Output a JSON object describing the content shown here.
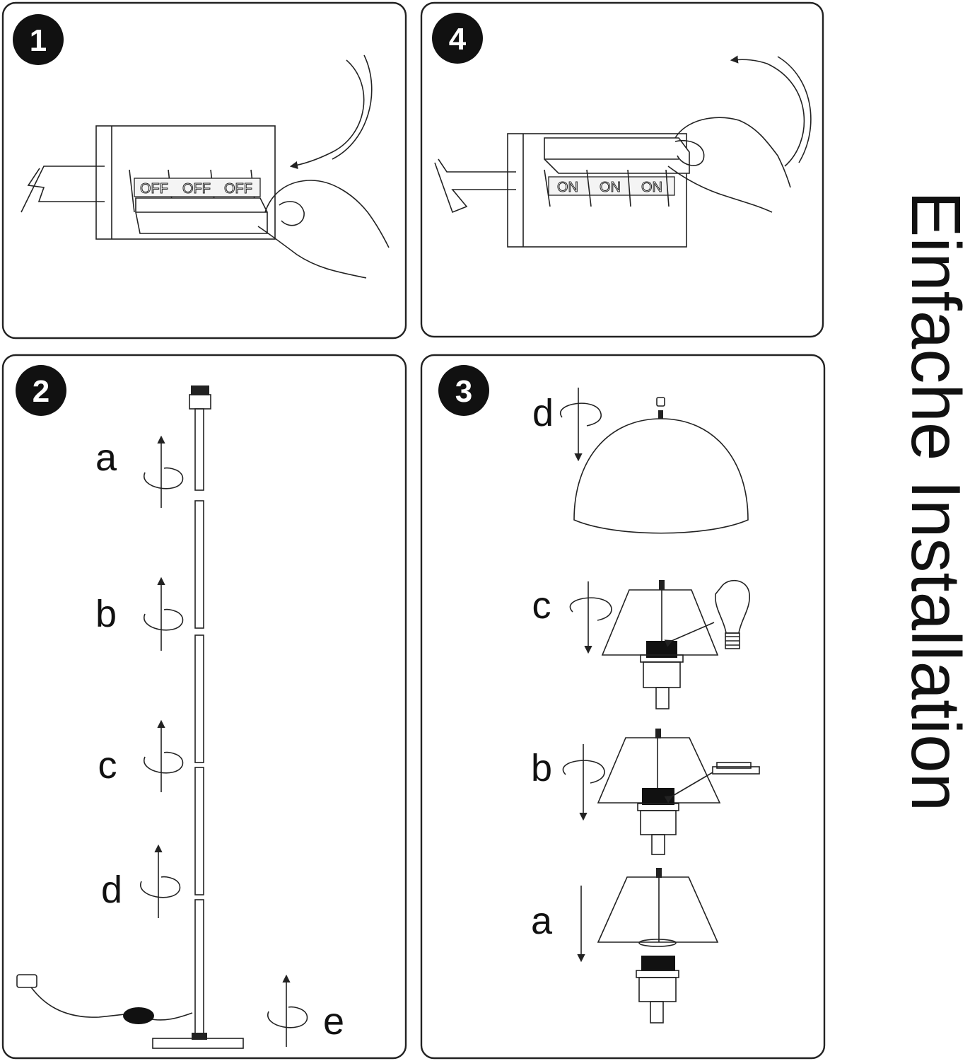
{
  "title": "Einfache Installation",
  "steps": [
    {
      "number": "1",
      "switch_labels": [
        "OFF",
        "OFF",
        "OFF"
      ]
    },
    {
      "number": "4",
      "switch_labels": [
        "ON",
        "ON",
        "ON"
      ]
    },
    {
      "number": "2",
      "labels": [
        "a",
        "b",
        "c",
        "d",
        "e"
      ]
    },
    {
      "number": "3",
      "labels": [
        "d",
        "c",
        "b",
        "a"
      ]
    }
  ]
}
